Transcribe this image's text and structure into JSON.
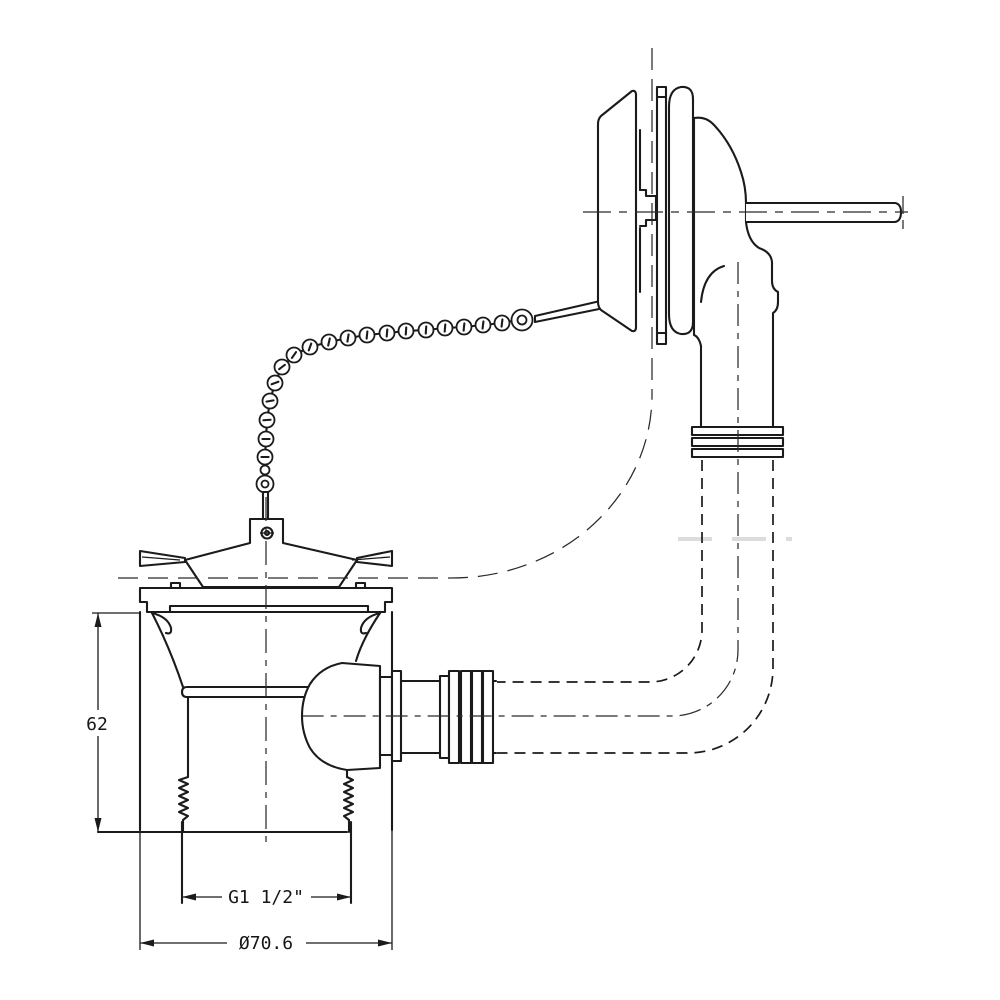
{
  "drawing": {
    "description": "Bath waste and overflow assembly - technical side elevation drawing",
    "dimensions": {
      "height_label": "62",
      "thread_label": "G1 1/2\"",
      "diameter_label": "Ø70.6"
    },
    "components": [
      "overflow-faceplate",
      "overflow-gasket",
      "overflow-elbow",
      "overflow-pivot-rod",
      "overflow-ribbed-connector",
      "pull-chain",
      "chain-eyelet",
      "plug-stopper",
      "waste-flange",
      "waste-body",
      "waste-side-outlet",
      "waste-ribbed-connector",
      "hidden-flexible-hose",
      "threaded-tailpiece",
      "centerlines"
    ],
    "colors": {
      "line": "#1b1b1b",
      "centerline": "#2b2b2b",
      "background": "#ffffff",
      "watermark_ghost": "#dcdcdc"
    }
  }
}
